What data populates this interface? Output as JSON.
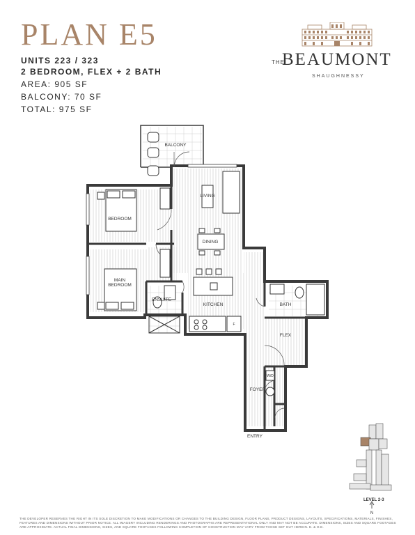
{
  "header": {
    "plan_title": "PLAN E5",
    "units": "UNITS 223 / 323",
    "bedrooms": "2 BEDROOM, FLEX + 2 BATH",
    "area": "AREA: 905 SF",
    "balcony": "BALCONY: 70 SF",
    "total": "TOTAL: 975 SF"
  },
  "logo": {
    "the": "THE",
    "name": "BEAUMONT",
    "sub": "SHAUGHNESSY"
  },
  "rooms": {
    "balcony": "BALCONY",
    "living": "LIVING",
    "bedroom": "BEDROOM",
    "dining": "DINING",
    "main_bedroom_1": "MAIN",
    "main_bedroom_2": "BEDROOM",
    "ensuite": "ENSUITE",
    "kitchen": "KITCHEN",
    "bath": "BATH",
    "flex": "FLEX",
    "wd": "W/D",
    "foyer": "FOYER",
    "fridge": "F",
    "entry": "ENTRY"
  },
  "keyplan": {
    "level": "LEVEL 2-3",
    "north": "N"
  },
  "colors": {
    "accent": "#a88468",
    "wall": "#3a3a3a"
  },
  "disclaimer": "THE DEVELOPER RESERVES THE RIGHT IN ITS SOLE DISCRETION TO MAKE MODIFICATIONS OR CHANGES TO THE BUILDING DESIGN, FLOOR PLANS, PRODUCT DESIGNS, LAYOUTS, SPECIFICATIONS, MATERIALS, FINISHES, FEATURES AND DIMENSIONS WITHOUT PRIOR NOTICE. ALL IMAGERY INCLUDING RENDERINGS AND PHOTOGRAPHS ARE REPRESENTATIONAL ONLY AND MAY NOT BE ACCURATE. DIMENSIONS, SIZES AND SQUARE FOOTAGES ARE APPROXIMATE. ACTUAL FINAL DIMENSIONS, SIZES, AND SQUARE FOOTAGES FOLLOWING COMPLETION OF CONSTRUCTION MAY VARY FROM THOSE SET OUT HEREIN. E. & O.E."
}
